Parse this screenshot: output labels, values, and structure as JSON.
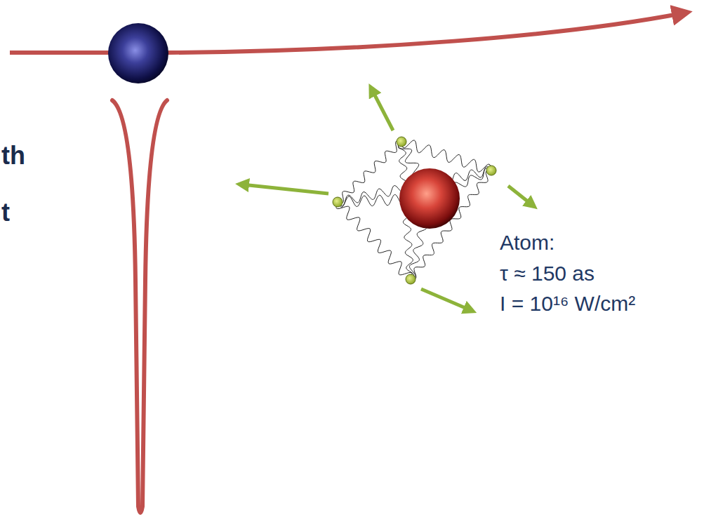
{
  "diagram": {
    "labels": [
      "th",
      "t",
      "Atom:",
      "τ ≈ 150 as",
      "I = 10¹⁶ W/cm²"
    ]
  }
}
